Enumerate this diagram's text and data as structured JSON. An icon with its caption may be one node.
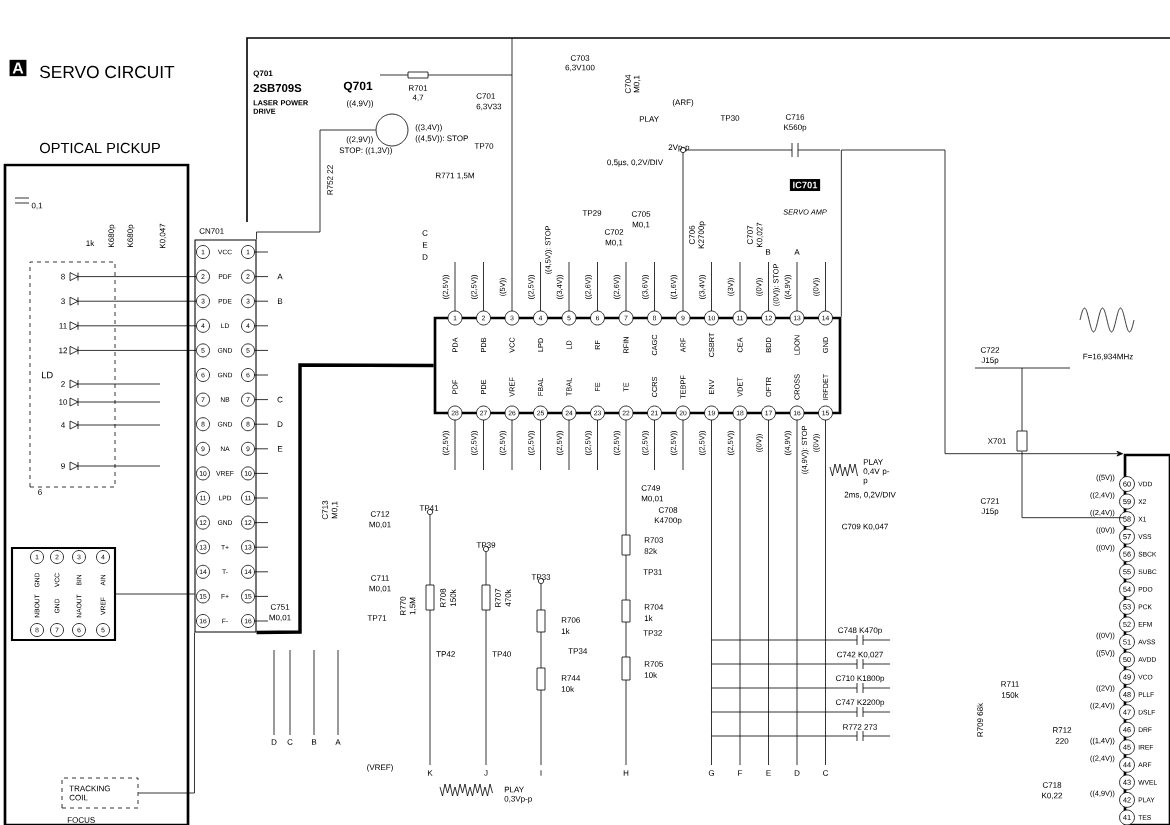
{
  "diagram": {
    "title": "SERVO CIRCUIT",
    "nodes": [
      {
        "text": [
          "OPTICAL PICKUP"
        ]
      },
      {
        "text": [
          "LD"
        ],
        "in": 0
      },
      {
        "text": [
          "GND",
          "VCC",
          "BIN",
          "AIN",
          "NBOUT",
          "GND",
          "NAOUT",
          "VREF"
        ],
        "in": 0
      },
      {
        "text": [
          "TRACKING COIL"
        ],
        "in": 0
      },
      {
        "text": [
          "CN701"
        ]
      },
      {
        "text": [
          "Q701"
        ]
      },
      {
        "text": [
          "IC701",
          "SERVO AMP"
        ]
      },
      {
        "text": [
          "X701"
        ]
      },
      {
        "text": [],
        "shape": "box"
      }
    ],
    "edges": [
      {
        "from": 5,
        "to": 4,
        "arrow": "none"
      },
      {
        "from": 4,
        "to": 6,
        "arrow": "none",
        "style": "thick"
      },
      {
        "from": 7,
        "to": 8,
        "arrow": "none"
      },
      {
        "from": 6,
        "to": 8,
        "arrow": "to"
      },
      {
        "from": 2,
        "to": 4,
        "arrow": "none"
      },
      {
        "from": 3,
        "to": 4,
        "arrow": "none"
      }
    ],
    "labels": [
      "A",
      "1",
      "2",
      "3",
      "4",
      "5",
      "6",
      "7",
      "8",
      "9",
      "10",
      "11",
      "12",
      "13",
      "14",
      "PDA",
      "PDB",
      "VCC",
      "LPD",
      "LD",
      "RF",
      "RFIN",
      "CAGC",
      "ARF",
      "CSBRT",
      "CEA",
      "BDD",
      "LDON",
      "GND",
      "((2,5V))",
      "((2,5V))",
      "((5V))",
      "((2,5V))",
      "((3,4V))",
      "((2,6V))",
      "((2,6V))",
      "((3,6V))",
      "((1,6V))",
      "((3,4V))",
      "((3V))",
      "((0V))",
      "((4,9V))",
      "((0V))",
      "28",
      "27",
      "26",
      "25",
      "24",
      "23",
      "22",
      "21",
      "20",
      "19",
      "18",
      "17",
      "16",
      "15",
      "PDF",
      "PDE",
      "VREF",
      "FBAL",
      "TBAL",
      "FE",
      "TE",
      "CCRS",
      "TEBPF",
      "ENV",
      "VDET",
      "OFTR",
      "CROSS",
      "IRFDET",
      "((2,5V))",
      "((2,5V))",
      "((2,5V))",
      "((2,5V))",
      "((2,5V))",
      "((2,5V))",
      "((2,5V))",
      "((2,5V))",
      "((2,5V))",
      "((2,5V))",
      "((2,5V))",
      "((0V))",
      "((4,9V))",
      "((0V))",
      "1",
      "2",
      "3",
      "4",
      "5",
      "6",
      "7",
      "8",
      "9",
      "10",
      "11",
      "12",
      "13",
      "14",
      "15",
      "16",
      "VCC",
      "PDF",
      "PDE",
      "LD",
      "GND",
      "GND",
      "NB",
      "GND",
      "NA",
      "VREF",
      "LPD",
      "GND",
      "T+",
      "T-",
      "F+",
      "F-",
      "1",
      "2",
      "3",
      "4",
      "5",
      "6",
      "7",
      "8",
      "9",
      "10",
      "11",
      "12",
      "13",
      "14",
      "15",
      "16",
      "1",
      "2",
      "3",
      "4",
      "8",
      "7",
      "6",
      "5",
      "60",
      "59",
      "58",
      "57",
      "56",
      "55",
      "54",
      "53",
      "52",
      "51",
      "50",
      "49",
      "48",
      "47",
      "46",
      "45",
      "44",
      "43",
      "42",
      "41",
      "VDD",
      "X2",
      "X1",
      "VSS",
      "SBCK",
      "SUBC",
      "PDO",
      "PCK",
      "EFM",
      "AVSS",
      "AVDD",
      "VCO",
      "PLLF",
      "DSLF",
      "DRF",
      "IREF",
      "ARF",
      "WVEL",
      "PLAY",
      "TES",
      "Q701",
      "2SB709S",
      "LASER POWER DRIVE",
      "R701",
      "((4,9V))",
      "4,7",
      "C701",
      "6,3V33",
      "((3,4V))",
      "((2,9V))",
      "((4,5V)): STOP",
      "STOP: ((1,3V))",
      "R752 22",
      "TP70",
      "R771 1,5M",
      "C703",
      "6,3V100",
      "C704",
      "M0,1",
      "PLAY",
      "(ARF)",
      "TP30",
      "C716",
      "K560p",
      "2Vp-p",
      "0,5µs, 0,2V/DIV",
      "0,1",
      "1k",
      "K680p",
      "K680p",
      "K0,047",
      "TP29",
      "C702",
      "M0,1",
      "C705",
      "M0,1",
      "C706",
      "K2700p",
      "C707",
      "K0,027",
      "C",
      "E",
      "D",
      "B",
      "A",
      "8",
      "3",
      "11",
      "12",
      "2",
      "10",
      "4",
      "9",
      "6",
      "A",
      "B",
      "C",
      "D",
      "E",
      "C749",
      "M0,01",
      "C708",
      "K4700p",
      "PLAY 0,4V p-p",
      "2ms, 0,2V/DIV",
      "C709 K0,047",
      "C713",
      "M0,1",
      "C712",
      "M0,01",
      "TP41",
      "TP39",
      "C711",
      "M0,01",
      "R770",
      "1,5M",
      "R708",
      "150k",
      "R707",
      "470k",
      "TP71",
      "TP33",
      "R706",
      "1k",
      "R744",
      "10k",
      "TP34",
      "TP42",
      "TP40",
      "R703",
      "82k",
      "TP31",
      "R704",
      "1k",
      "TP32",
      "R705",
      "10k",
      "C748 K470p",
      "C742 K0,027",
      "C710 K1800p",
      "C747 K2200p",
      "R772 273",
      "C751",
      "M0,01",
      "D",
      "C",
      "B",
      "A",
      "K",
      "J",
      "I",
      "H",
      "G",
      "F",
      "E",
      "D",
      "C",
      "(VREF)",
      "PLAY 0,3Vp-p",
      "FOCUS",
      "F=16,934MHz",
      "C722",
      "J15p",
      "C721",
      "J15p",
      "R711",
      "150k",
      "R709 68k",
      "R712",
      "220",
      "C718",
      "K0,22",
      "((5V))",
      "((2,4V))",
      "((2,4V))",
      "((0V))",
      "((0V))",
      "((0V))",
      "((5V))",
      "((2V))",
      "((2,4V))",
      "((1,4V))",
      "((2,4V))",
      "((4,9V))",
      "((4,5V)): STOP",
      "((0V)): STOP",
      "((4,9V)): STOP"
    ]
  }
}
